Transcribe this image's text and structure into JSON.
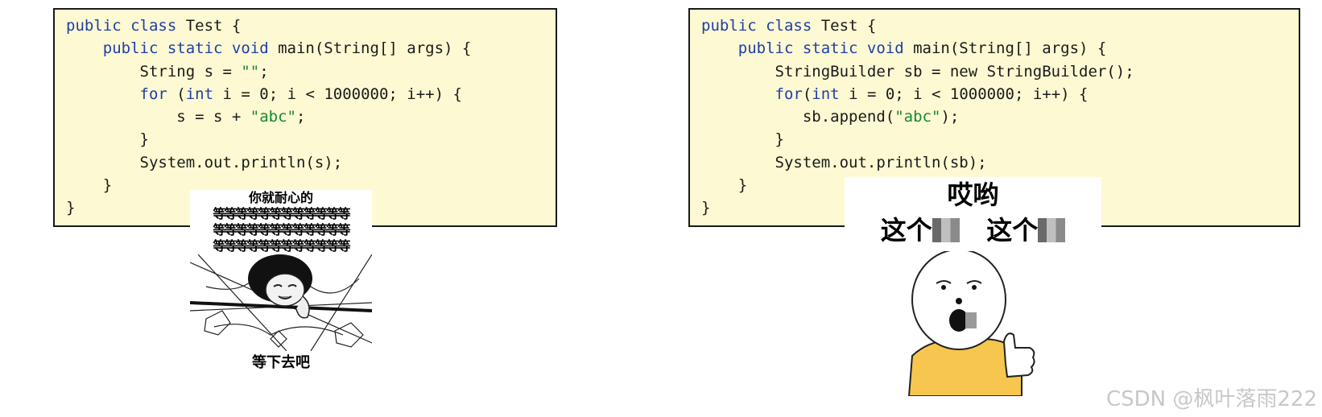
{
  "left_code": {
    "l1": {
      "kw": "public class",
      "rest": " Test {"
    },
    "l2": {
      "indent": "    ",
      "kw": "public static void",
      "rest": " main(String[] args) {"
    },
    "l3": {
      "indent": "        ",
      "a": "String s = ",
      "str": "\"\"",
      "b": ";"
    },
    "l4": {
      "indent": "        ",
      "kw1": "for",
      "a": " (",
      "kw2": "int",
      "b": " i = 0; i < 1000000; i++) {"
    },
    "l5": {
      "indent": "            ",
      "a": "s = s + ",
      "str": "\"abc\"",
      "b": ";"
    },
    "l6": {
      "indent": "        ",
      "text": "}"
    },
    "l7": {
      "indent": "        ",
      "text": "System.out.println(s);"
    },
    "l8": {
      "indent": "    ",
      "text": "}"
    },
    "l9": {
      "text": "}"
    }
  },
  "right_code": {
    "l1": {
      "kw": "public class",
      "rest": " Test {"
    },
    "l2": {
      "indent": "    ",
      "kw": "public static void",
      "rest": " main(String[] args) {"
    },
    "l3": {
      "indent": "        ",
      "text": "StringBuilder sb = new StringBuilder();"
    },
    "l4": {
      "indent": "        ",
      "kw1": "for",
      "a": "(",
      "kw2": "int",
      "b": " i = 0; i < 1000000; i++) {"
    },
    "l5": {
      "indent": "           ",
      "a": "sb.append(",
      "str": "\"abc\"",
      "b": ");"
    },
    "l6": {
      "indent": "        ",
      "text": "}"
    },
    "l7": {
      "indent": "        ",
      "text": "System.out.println(sb);"
    },
    "l8": {
      "indent": "    ",
      "text": "}"
    },
    "l9": {
      "text": "}"
    }
  },
  "meme_wait": {
    "top_caption": "你就耐心的",
    "wait_row": "等等等等等等等等等等等等",
    "bottom_caption": "等下去吧"
  },
  "meme_yo": {
    "title": "哎哟",
    "phrase": "这个"
  },
  "watermark": "CSDN @枫叶落雨222"
}
